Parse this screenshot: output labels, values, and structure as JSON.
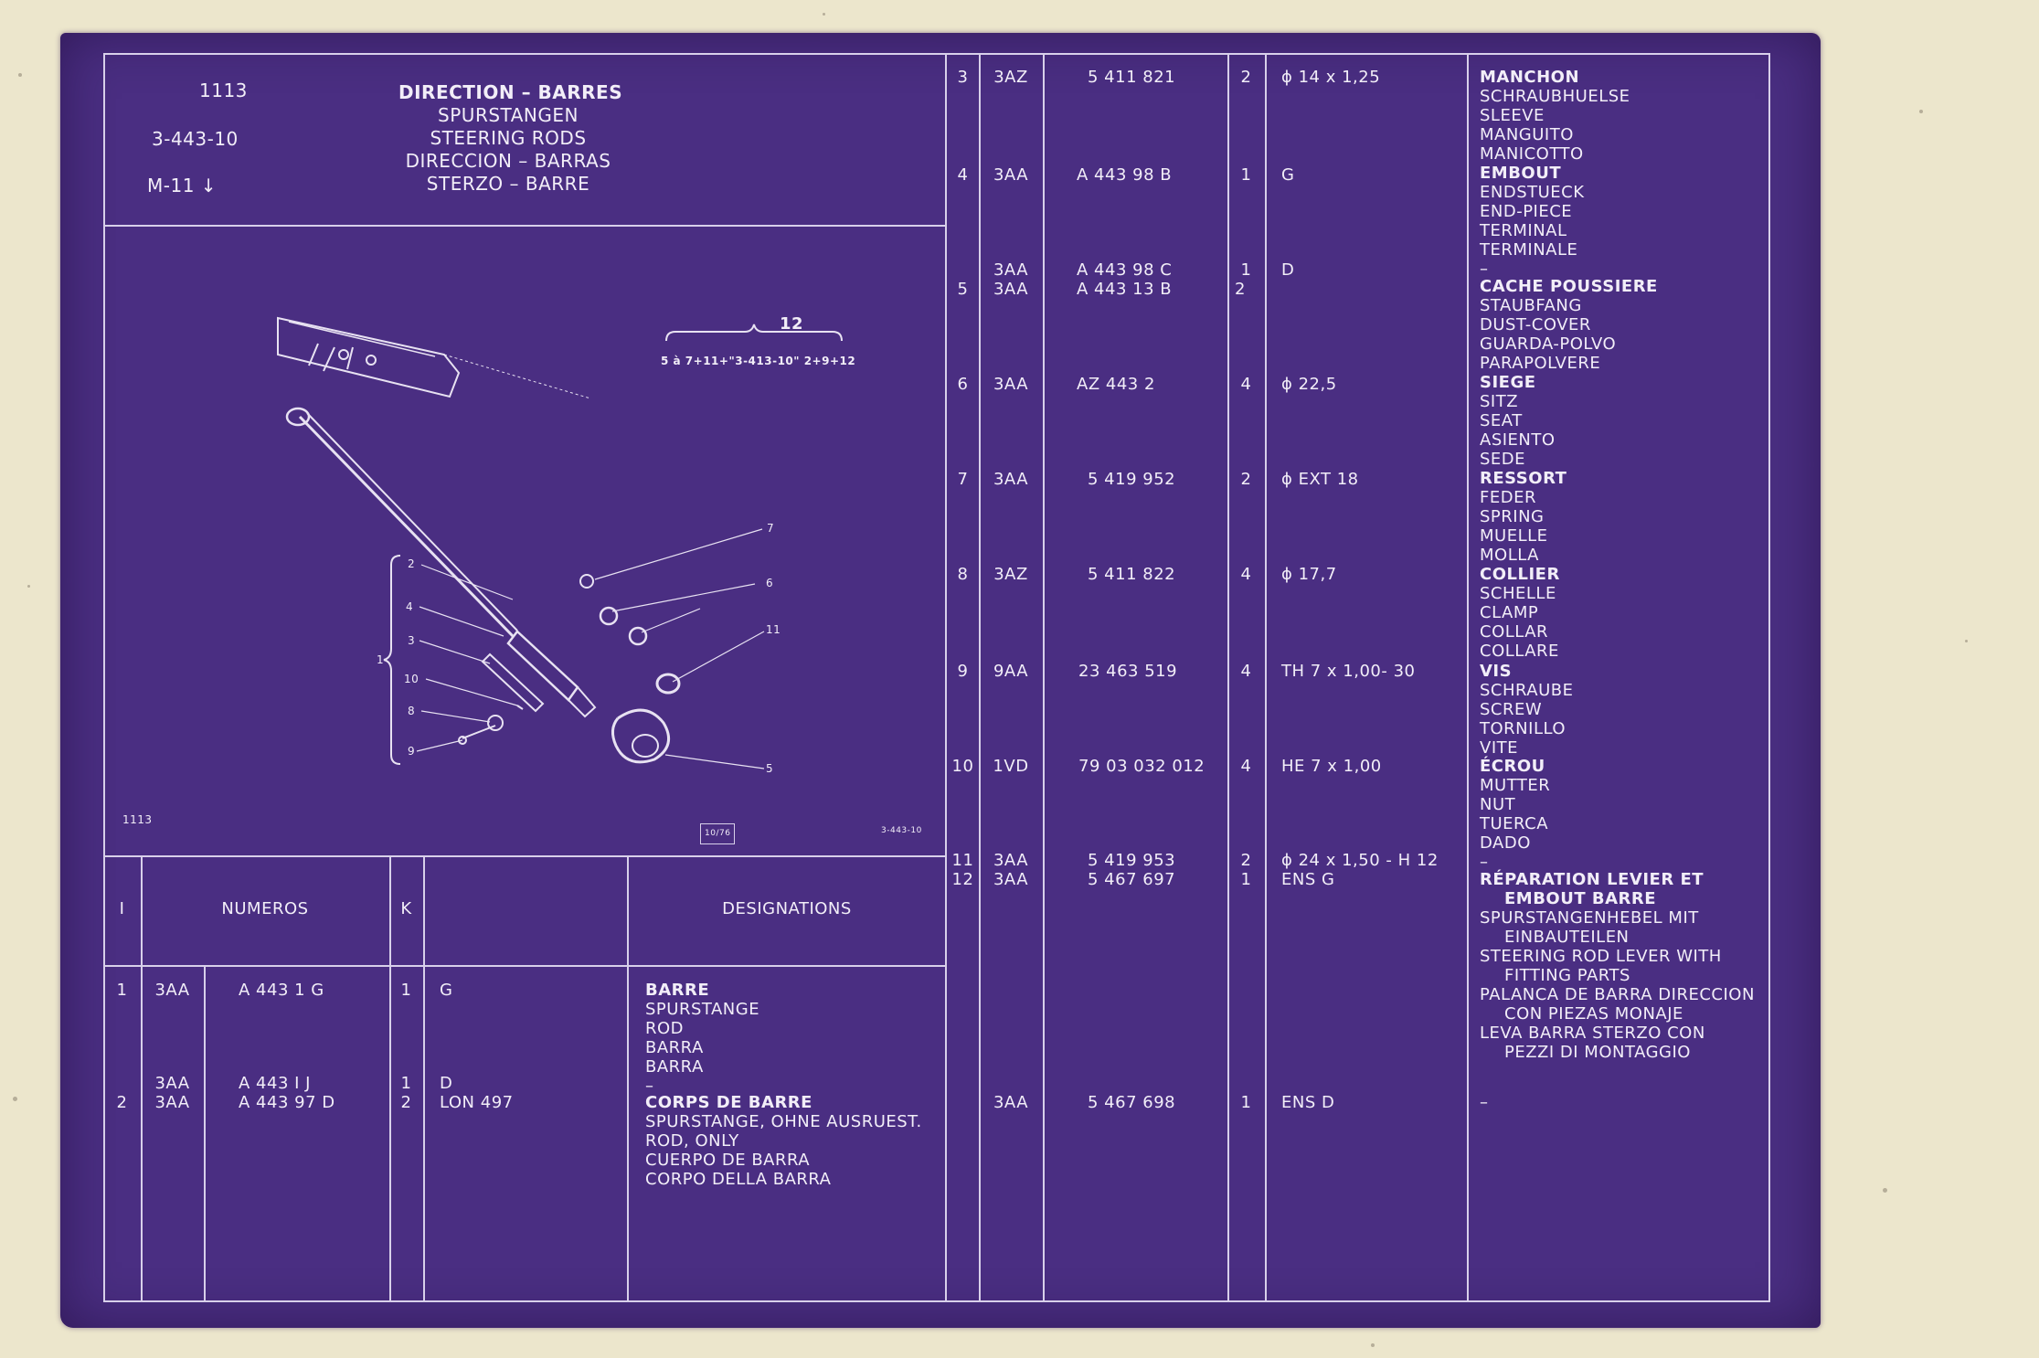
{
  "header": {
    "page_number": "1113",
    "group_code": "3-443-10",
    "model": "M-11",
    "titles": [
      "DIRECTION – BARRES",
      "SPURSTANGEN",
      "STEERING RODS",
      "DIRECCION – BARRAS",
      "STERZO – BARRE"
    ]
  },
  "diagram": {
    "bracket_top": "12",
    "formula": "5 à 7+11+\"3-413-10\" 2+9+12",
    "group_label": "1",
    "callouts": [
      "2",
      "4",
      "3",
      "10",
      "8",
      "9",
      "7",
      "6",
      "11",
      "5"
    ],
    "footer_left": "1113",
    "footer_stamp": "10/76",
    "footer_ref": "3-443-10"
  },
  "columns": {
    "col_i": "I",
    "col_numeros": "NUMEROS",
    "col_k": "K",
    "col_designations": "DESIGNATIONS"
  },
  "rows_left": [
    {
      "i": "1",
      "prefix": "3AA",
      "number": "A 443    1  G",
      "k": "1",
      "note": "G",
      "designation": [
        "BARRE",
        "SPURSTANGE",
        "ROD",
        "BARRA",
        "BARRA",
        "–"
      ]
    },
    {
      "i": "",
      "prefix": "3AA",
      "number": "A 443    I  J",
      "k": "1",
      "note": "D"
    },
    {
      "i": "2",
      "prefix": "3AA",
      "number": "A 443   97  D",
      "k": "2",
      "note": "LON 497",
      "designation": [
        "CORPS DE BARRE",
        "SPURSTANGE, OHNE AUSRUEST.",
        "ROD, ONLY",
        "CUERPO DE BARRA",
        "CORPO DELLA BARRA"
      ]
    }
  ],
  "rows_right": [
    {
      "i": "3",
      "prefix": "3AZ",
      "number": "5  411  821",
      "k": "2",
      "note": "ϕ 14 x 1,25"
    },
    {
      "i": "4",
      "prefix": "3AA",
      "number": "A  443   98  B",
      "k": "1",
      "note": "G"
    },
    {
      "i": "",
      "prefix": "3AA",
      "number": "A  443   98  C",
      "k": "1",
      "note": "D"
    },
    {
      "i": "5",
      "prefix": "3AA",
      "number": "A  443   13  B",
      "k": "2",
      "note": ""
    },
    {
      "i": "6",
      "prefix": "3AA",
      "number": "AZ  443     2",
      "k": "4",
      "note": "ϕ 22,5"
    },
    {
      "i": "7",
      "prefix": "3AA",
      "number": "5  419  952",
      "k": "2",
      "note": "ϕ EXT 18"
    },
    {
      "i": "8",
      "prefix": "3AZ",
      "number": "5  411  822",
      "k": "4",
      "note": "ϕ 17,7"
    },
    {
      "i": "9",
      "prefix": "9AA",
      "number": "23  463  519",
      "k": "4",
      "note": "TH 7 x 1,00- 30"
    },
    {
      "i": "10",
      "prefix": "1VD",
      "number": "79  03  032  012",
      "k": "4",
      "note": "HE 7 x 1,00"
    },
    {
      "i": "11",
      "prefix": "3AA",
      "number": "5  419  953",
      "k": "2",
      "note": "ϕ 24 x 1,50 - H 12"
    },
    {
      "i": "12",
      "prefix": "3AA",
      "number": "5  467  697",
      "k": "1",
      "note": "ENS G"
    },
    {
      "i": "",
      "prefix": "3AA",
      "number": "5  467  698",
      "k": "1",
      "note": "ENS D"
    }
  ],
  "designations_right": [
    [
      "MANCHON",
      "SCHRAUBHUELSE",
      "SLEEVE",
      "MANGUITO",
      "MANICOTTO"
    ],
    [
      "EMBOUT",
      "ENDSTUECK",
      "END-PIECE",
      "TERMINAL",
      "TERMINALE",
      "–"
    ],
    [
      "CACHE POUSSIERE",
      "STAUBFANG",
      "DUST-COVER",
      "GUARDA-POLVO",
      "PARAPOLVERE"
    ],
    [
      "SIEGE",
      "SITZ",
      "SEAT",
      "ASIENTO",
      "SEDE"
    ],
    [
      "RESSORT",
      "FEDER",
      "SPRING",
      "MUELLE",
      "MOLLA"
    ],
    [
      "COLLIER",
      "SCHELLE",
      "CLAMP",
      "COLLAR",
      "COLLARE"
    ],
    [
      "VIS",
      "SCHRAUBE",
      "SCREW",
      "TORNILLO",
      "VITE"
    ],
    [
      "ÉCROU",
      "MUTTER",
      "NUT",
      "TUERCA",
      "DADO",
      "–"
    ],
    [
      "RÉPARATION LEVIER ET",
      "EMBOUT BARRE",
      "SPURSTANGENHEBEL MIT",
      "EINBAUTEILEN",
      "STEERING ROD LEVER WITH",
      "FITTING PARTS",
      "PALANCA DE BARRA DIRECCION",
      "CON PIEZAS MONAJE",
      "LEVA BARRA STERZO CON",
      "PEZZI DI MONTAGGIO",
      "–"
    ]
  ]
}
